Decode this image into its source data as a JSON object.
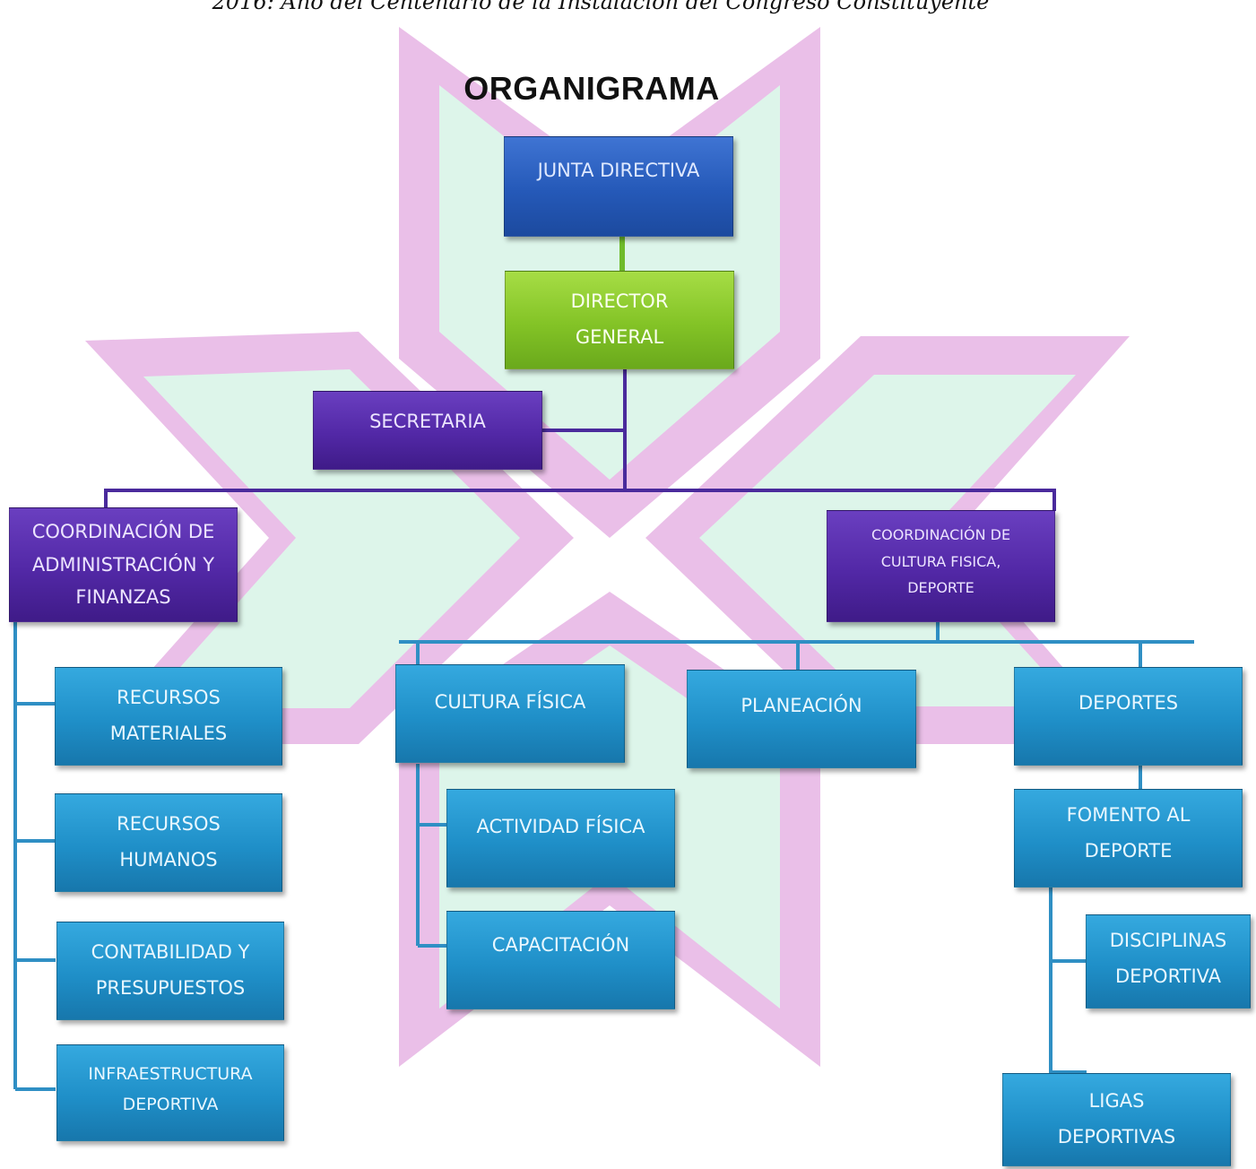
{
  "header": {
    "motto": "2016: Año del Centenario de la Instalación del Congreso Constituyente",
    "title": "ORGANIGRAMA"
  },
  "colors": {
    "board": "#2559b8",
    "director": "#83c326",
    "coordination": "#5228a6",
    "department": "#1f8fc8",
    "connector_blue": "#2f8fc4",
    "connector_purple": "#4a2a9c",
    "connector_green": "#6fbb2a",
    "emblem_pink": "#e8b8e6",
    "emblem_mint": "#ddf5ea"
  },
  "nodes": {
    "junta": "JUNTA DIRECTIVA",
    "director": [
      "DIRECTOR",
      "GENERAL"
    ],
    "secretaria": "SECRETARIA",
    "coord_admin": [
      "COORDINACIÓN DE",
      "ADMINISTRACIÓN Y",
      "FINANZAS"
    ],
    "coord_cultura": [
      "COORDINACIÓN DE",
      "CULTURA FISICA,",
      "DEPORTE"
    ],
    "recursos_materiales": [
      "RECURSOS",
      "MATERIALES"
    ],
    "recursos_humanos": [
      "RECURSOS",
      "HUMANOS"
    ],
    "contabilidad": [
      "CONTABILIDAD Y",
      "PRESUPUESTOS"
    ],
    "infraestructura": [
      "INFRAESTRUCTURA",
      "DEPORTIVA"
    ],
    "cultura_fisica": "CULTURA FÍSICA",
    "actividad_fisica": "ACTIVIDAD FÍSICA",
    "capacitacion": "CAPACITACIÓN",
    "planeacion": "PLANEACIÓN",
    "deportes": "DEPORTES",
    "fomento": [
      "FOMENTO AL",
      "DEPORTE"
    ],
    "disciplinas": [
      "DISCIPLINAS",
      "DEPORTIVA"
    ],
    "ligas": [
      "LIGAS",
      "DEPORTIVAS"
    ]
  }
}
